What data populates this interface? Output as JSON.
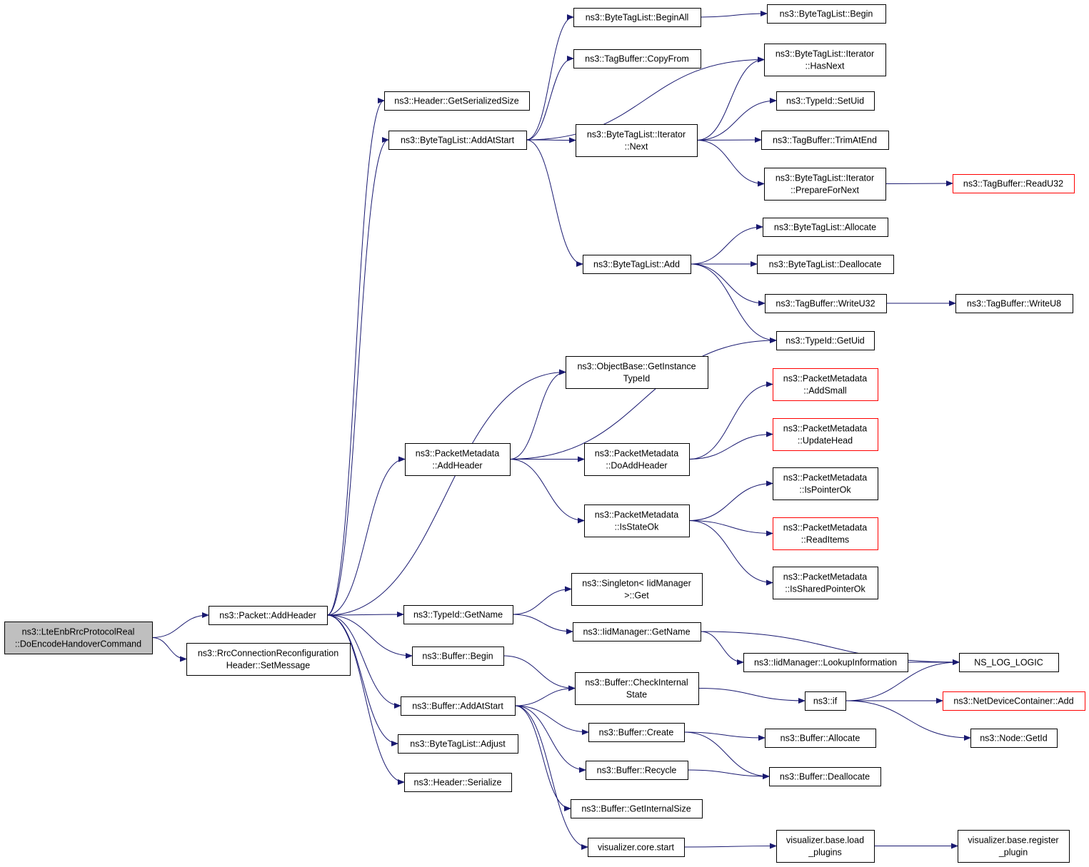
{
  "diagram": {
    "type": "call-graph",
    "edge_color": "#191970",
    "truncated_border_color": "#ff0000",
    "root_fill": "#bfbfbf",
    "nodes": [
      {
        "id": "root",
        "lines": [
          "ns3::LteEnbRrcProtocolReal",
          "::DoEncodeHandoverCommand"
        ],
        "root": true
      },
      {
        "id": "pkt_addheader",
        "lines": [
          "ns3::Packet::AddHeader"
        ]
      },
      {
        "id": "rrc_setmessage",
        "lines": [
          "ns3::RrcConnectionReconfiguration",
          "Header::SetMessage"
        ]
      },
      {
        "id": "hdr_getserialized",
        "lines": [
          "ns3::Header::GetSerializedSize"
        ]
      },
      {
        "id": "btl_addatstart",
        "lines": [
          "ns3::ByteTagList::AddAtStart"
        ]
      },
      {
        "id": "ob_getinstance",
        "lines": [
          "ns3::ObjectBase::GetInstance",
          "TypeId"
        ]
      },
      {
        "id": "pm_addheader",
        "lines": [
          "ns3::PacketMetadata",
          "::AddHeader"
        ]
      },
      {
        "id": "tid_getname",
        "lines": [
          "ns3::TypeId::GetName"
        ]
      },
      {
        "id": "buf_begin",
        "lines": [
          "ns3::Buffer::Begin"
        ]
      },
      {
        "id": "buf_addatstart",
        "lines": [
          "ns3::Buffer::AddAtStart"
        ]
      },
      {
        "id": "btl_adjust",
        "lines": [
          "ns3::ByteTagList::Adjust"
        ]
      },
      {
        "id": "hdr_serialize",
        "lines": [
          "ns3::Header::Serialize"
        ]
      },
      {
        "id": "btl_beginall",
        "lines": [
          "ns3::ByteTagList::BeginAll"
        ]
      },
      {
        "id": "tb_copyfrom",
        "lines": [
          "ns3::TagBuffer::CopyFrom"
        ]
      },
      {
        "id": "btli_next",
        "lines": [
          "ns3::ByteTagList::Iterator",
          "::Next"
        ]
      },
      {
        "id": "btl_add",
        "lines": [
          "ns3::ByteTagList::Add"
        ]
      },
      {
        "id": "pm_doaddheader",
        "lines": [
          "ns3::PacketMetadata",
          "::DoAddHeader"
        ]
      },
      {
        "id": "pm_isstateok",
        "lines": [
          "ns3::PacketMetadata",
          "::IsStateOk"
        ]
      },
      {
        "id": "singleton_get",
        "lines": [
          "ns3::Singleton< IidManager",
          ">::Get"
        ]
      },
      {
        "id": "iid_getname",
        "lines": [
          "ns3::IidManager::GetName"
        ]
      },
      {
        "id": "buf_checkinternal",
        "lines": [
          "ns3::Buffer::CheckInternal",
          "State"
        ]
      },
      {
        "id": "buf_create",
        "lines": [
          "ns3::Buffer::Create"
        ]
      },
      {
        "id": "buf_recycle",
        "lines": [
          "ns3::Buffer::Recycle"
        ]
      },
      {
        "id": "buf_getinternalsize",
        "lines": [
          "ns3::Buffer::GetInternalSize"
        ]
      },
      {
        "id": "vis_core_start",
        "lines": [
          "visualizer.core.start"
        ]
      },
      {
        "id": "btl_begin",
        "lines": [
          "ns3::ByteTagList::Begin"
        ]
      },
      {
        "id": "btli_hasnext",
        "lines": [
          "ns3::ByteTagList::Iterator",
          "::HasNext"
        ]
      },
      {
        "id": "tid_setuid",
        "lines": [
          "ns3::TypeId::SetUid"
        ]
      },
      {
        "id": "tb_trimatend",
        "lines": [
          "ns3::TagBuffer::TrimAtEnd"
        ]
      },
      {
        "id": "btli_prepare",
        "lines": [
          "ns3::ByteTagList::Iterator",
          "::PrepareForNext"
        ]
      },
      {
        "id": "btl_allocate",
        "lines": [
          "ns3::ByteTagList::Allocate"
        ]
      },
      {
        "id": "btl_deallocate",
        "lines": [
          "ns3::ByteTagList::Deallocate"
        ]
      },
      {
        "id": "tb_writeu32",
        "lines": [
          "ns3::TagBuffer::WriteU32"
        ]
      },
      {
        "id": "tid_getuid",
        "lines": [
          "ns3::TypeId::GetUid"
        ]
      },
      {
        "id": "pm_addsmall",
        "lines": [
          "ns3::PacketMetadata",
          "::AddSmall"
        ],
        "truncated": true
      },
      {
        "id": "pm_updatehead",
        "lines": [
          "ns3::PacketMetadata",
          "::UpdateHead"
        ],
        "truncated": true
      },
      {
        "id": "pm_ispointerok",
        "lines": [
          "ns3::PacketMetadata",
          "::IsPointerOk"
        ]
      },
      {
        "id": "pm_readitems",
        "lines": [
          "ns3::PacketMetadata",
          "::ReadItems"
        ],
        "truncated": true
      },
      {
        "id": "pm_issharedpointerok",
        "lines": [
          "ns3::PacketMetadata",
          "::IsSharedPointerOk"
        ]
      },
      {
        "id": "iid_lookup",
        "lines": [
          "ns3::IidManager::LookupInformation"
        ]
      },
      {
        "id": "ns3_if",
        "lines": [
          "ns3::if"
        ]
      },
      {
        "id": "buf_allocate",
        "lines": [
          "ns3::Buffer::Allocate"
        ]
      },
      {
        "id": "buf_deallocate",
        "lines": [
          "ns3::Buffer::Deallocate"
        ]
      },
      {
        "id": "vis_load_plugins",
        "lines": [
          "visualizer.base.load",
          "_plugins"
        ]
      },
      {
        "id": "tb_readu32",
        "lines": [
          "ns3::TagBuffer::ReadU32"
        ],
        "truncated": true
      },
      {
        "id": "tb_writeu8",
        "lines": [
          "ns3::TagBuffer::WriteU8"
        ]
      },
      {
        "id": "ns_log_logic",
        "lines": [
          "NS_LOG_LOGIC"
        ]
      },
      {
        "id": "ndc_add",
        "lines": [
          "ns3::NetDeviceContainer::Add"
        ],
        "truncated": true
      },
      {
        "id": "node_getid",
        "lines": [
          "ns3::Node::GetId"
        ]
      },
      {
        "id": "vis_register_plugin",
        "lines": [
          "visualizer.base.register",
          "_plugin"
        ]
      }
    ],
    "edges": [
      [
        "root",
        "pkt_addheader"
      ],
      [
        "root",
        "rrc_setmessage"
      ],
      [
        "pkt_addheader",
        "hdr_getserialized"
      ],
      [
        "pkt_addheader",
        "btl_addatstart"
      ],
      [
        "pkt_addheader",
        "ob_getinstance"
      ],
      [
        "pkt_addheader",
        "pm_addheader"
      ],
      [
        "pkt_addheader",
        "tid_getname"
      ],
      [
        "pkt_addheader",
        "buf_begin"
      ],
      [
        "pkt_addheader",
        "buf_addatstart"
      ],
      [
        "pkt_addheader",
        "btl_adjust"
      ],
      [
        "pkt_addheader",
        "hdr_serialize"
      ],
      [
        "btl_addatstart",
        "btl_beginall"
      ],
      [
        "btl_addatstart",
        "tb_copyfrom"
      ],
      [
        "btl_addatstart",
        "btli_hasnext"
      ],
      [
        "btl_addatstart",
        "btli_next"
      ],
      [
        "btl_addatstart",
        "btl_add"
      ],
      [
        "btl_beginall",
        "btl_begin"
      ],
      [
        "btli_next",
        "btli_hasnext"
      ],
      [
        "btli_next",
        "tid_setuid"
      ],
      [
        "btli_next",
        "tb_trimatend"
      ],
      [
        "btli_next",
        "btli_prepare"
      ],
      [
        "btli_prepare",
        "tb_readu32"
      ],
      [
        "btl_add",
        "btl_allocate"
      ],
      [
        "btl_add",
        "btl_deallocate"
      ],
      [
        "btl_add",
        "tb_writeu32"
      ],
      [
        "btl_add",
        "tid_getuid"
      ],
      [
        "tb_writeu32",
        "tb_writeu8"
      ],
      [
        "pm_addheader",
        "ob_getinstance"
      ],
      [
        "pm_addheader",
        "tid_getuid"
      ],
      [
        "pm_addheader",
        "pm_doaddheader"
      ],
      [
        "pm_addheader",
        "pm_isstateok"
      ],
      [
        "pm_doaddheader",
        "pm_addsmall"
      ],
      [
        "pm_doaddheader",
        "pm_updatehead"
      ],
      [
        "pm_isstateok",
        "pm_ispointerok"
      ],
      [
        "pm_isstateok",
        "pm_readitems"
      ],
      [
        "pm_isstateok",
        "pm_issharedpointerok"
      ],
      [
        "tid_getname",
        "singleton_get"
      ],
      [
        "tid_getname",
        "iid_getname"
      ],
      [
        "iid_getname",
        "ns_log_logic"
      ],
      [
        "iid_getname",
        "iid_lookup"
      ],
      [
        "iid_lookup",
        "ns_log_logic"
      ],
      [
        "buf_begin",
        "buf_checkinternal"
      ],
      [
        "buf_addatstart",
        "buf_checkinternal"
      ],
      [
        "buf_addatstart",
        "buf_create"
      ],
      [
        "buf_addatstart",
        "buf_recycle"
      ],
      [
        "buf_addatstart",
        "buf_getinternalsize"
      ],
      [
        "buf_addatstart",
        "vis_core_start"
      ],
      [
        "buf_checkinternal",
        "ns3_if"
      ],
      [
        "ns3_if",
        "ns_log_logic"
      ],
      [
        "ns3_if",
        "ndc_add"
      ],
      [
        "ns3_if",
        "node_getid"
      ],
      [
        "buf_create",
        "buf_allocate"
      ],
      [
        "buf_create",
        "buf_deallocate"
      ],
      [
        "buf_recycle",
        "buf_deallocate"
      ],
      [
        "vis_core_start",
        "vis_load_plugins"
      ],
      [
        "vis_load_plugins",
        "vis_register_plugin"
      ]
    ]
  }
}
